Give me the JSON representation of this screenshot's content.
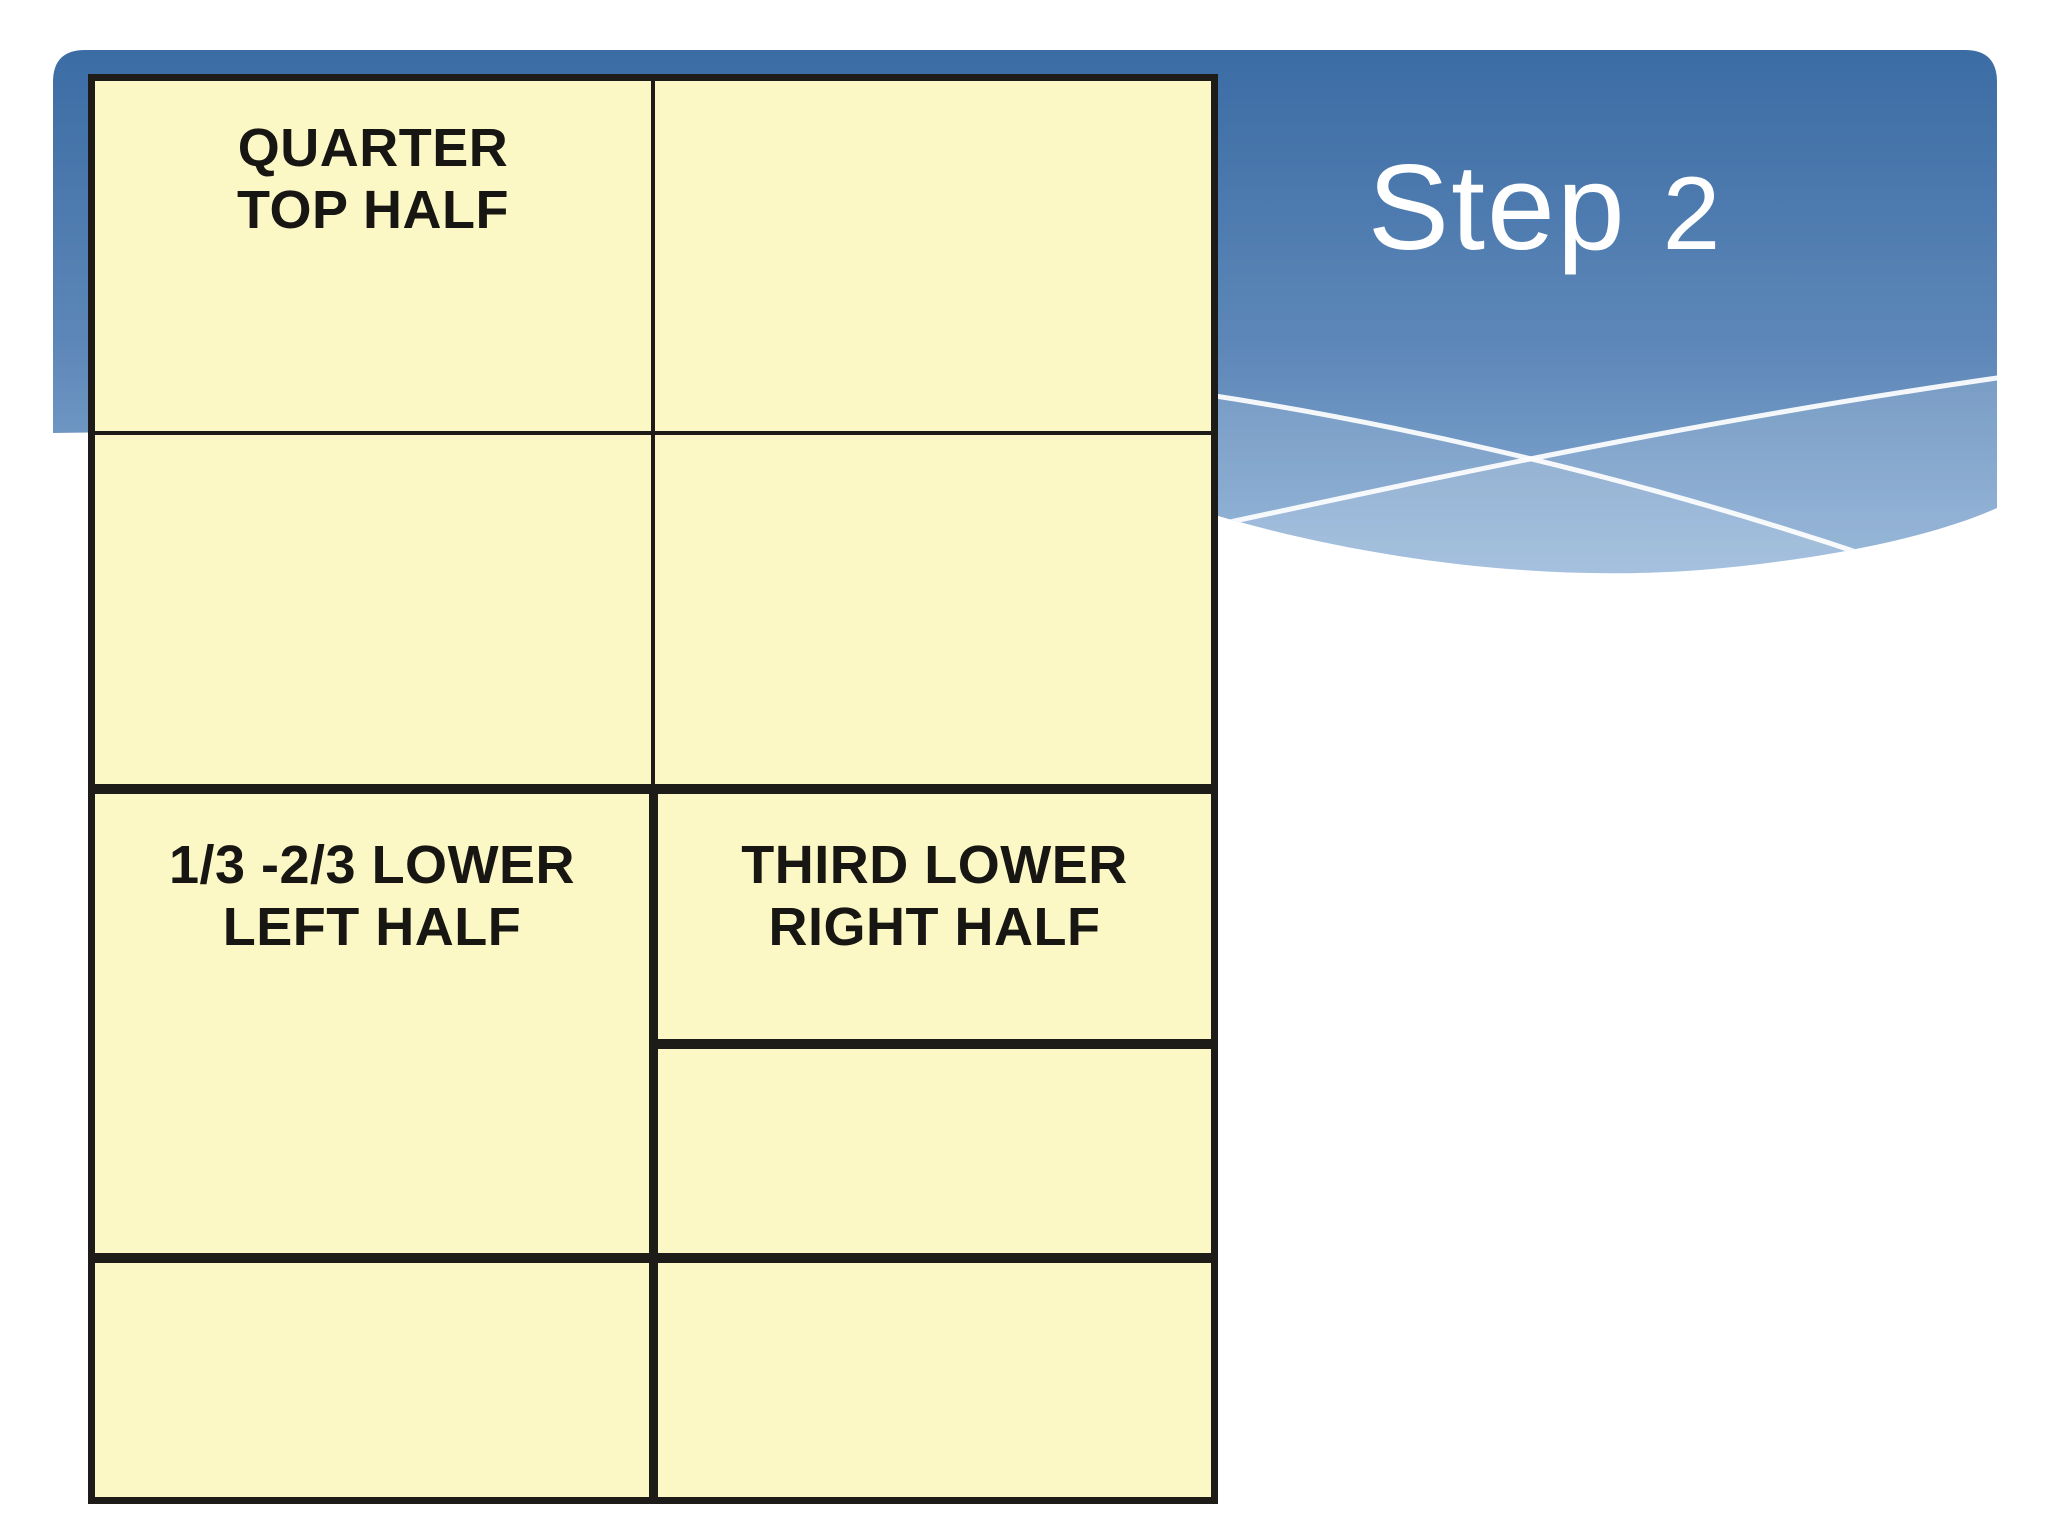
{
  "header": {
    "title_text": "Step",
    "title_number": "2"
  },
  "diagram": {
    "cells": {
      "quarter_top_half": {
        "line1": "QUARTER",
        "line2": "TOP HALF"
      },
      "lower_left": {
        "line1": "1/3 -2/3 LOWER",
        "line2": "LEFT HALF"
      },
      "lower_right": {
        "line1": "THIRD LOWER",
        "line2": "RIGHT HALF"
      }
    }
  },
  "colors": {
    "header_blue_top": "#3B6CA4",
    "header_blue_mid": "#5D87B8",
    "header_blue_bottom": "#8CB0D6",
    "cell_yellow": "#FBF8C5",
    "line_black": "#1D1C18",
    "title_white": "#FFFFFF"
  }
}
